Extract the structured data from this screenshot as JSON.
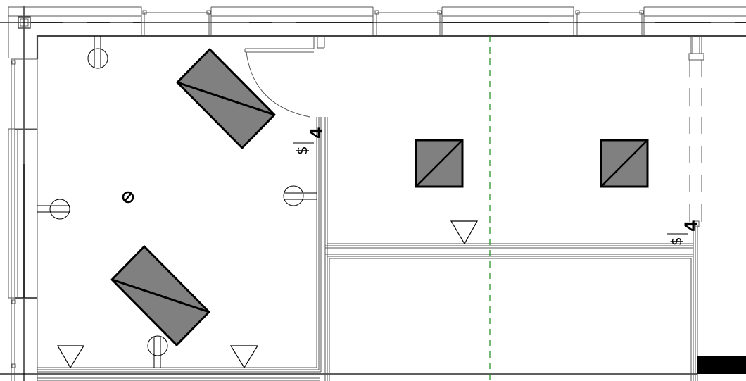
{
  "drawing": {
    "type": "reflected-ceiling-plan",
    "colors": {
      "background": "#ffffff",
      "wall_line": "#444444",
      "thin_line": "#555555",
      "fixture_fill": "#808080",
      "fixture_stroke": "#000000",
      "grid_line": "#000000",
      "gridline_dashed": "#1a8a1a",
      "title_block": "#000000"
    },
    "symbols": {
      "light_fixture_rect": "light-fixture-2x4",
      "light_fixture_square": "light-fixture-2x2",
      "supply_diffuser": "supply-diffuser-triangle",
      "smoke_detector": "smoke-detector-circle-slash",
      "sprinkler_pendant": "sprinkler-head-circle",
      "switch": "light-switch-S",
      "tag_4": "fixture-tag-4"
    },
    "tags": [
      {
        "id": "tag-1",
        "label": "4"
      },
      {
        "id": "tag-2",
        "label": "4"
      }
    ],
    "switches": [
      {
        "id": "switch-1",
        "label": "$"
      },
      {
        "id": "switch-2",
        "label": "$"
      }
    ]
  }
}
